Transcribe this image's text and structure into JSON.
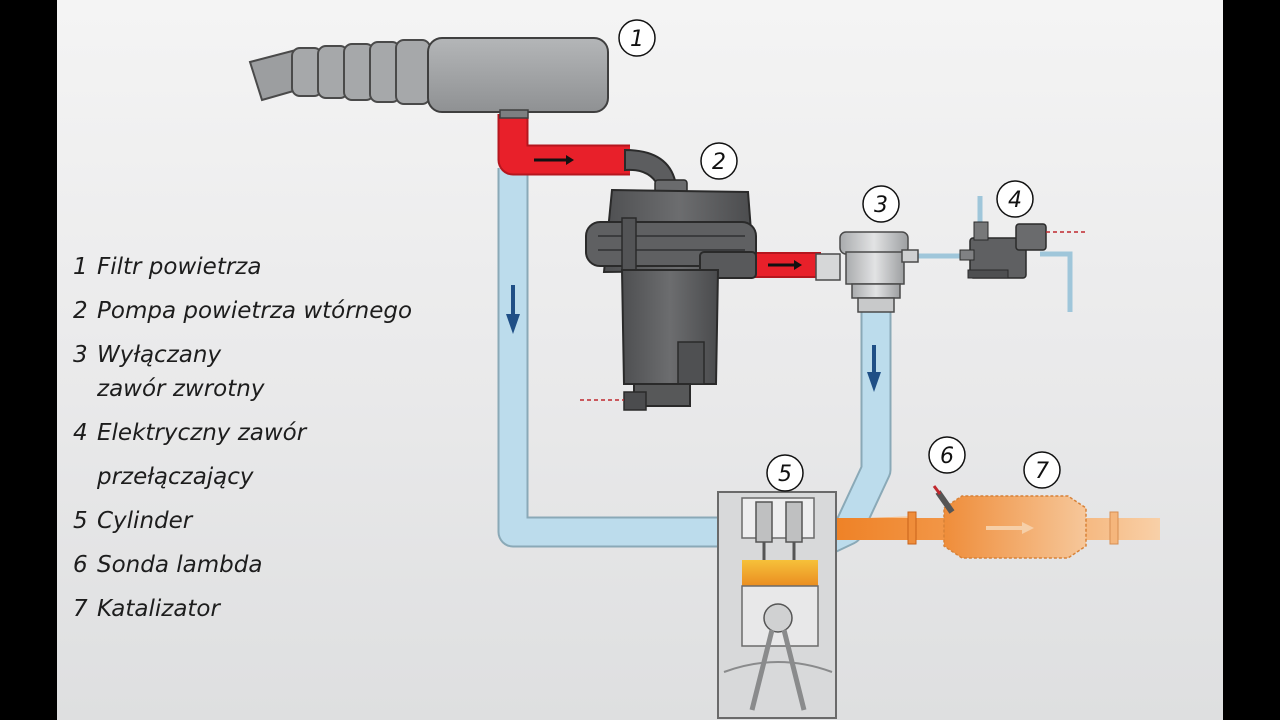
{
  "legend": {
    "items": [
      {
        "number": "1",
        "text": "Filtr powietrza"
      },
      {
        "number": "2",
        "text": "Pompa powietrza wtórnego"
      },
      {
        "number": "3",
        "text": "Wyłączany",
        "continuation": "zawór zwrotny"
      },
      {
        "number": "4",
        "text": "Elektryczny zawór",
        "continuation": "przełączający"
      },
      {
        "number": "5",
        "text": "Cylinder"
      },
      {
        "number": "6",
        "text": "Sonda lambda"
      },
      {
        "number": "7",
        "text": "Katalizator"
      }
    ]
  },
  "callouts": {
    "filter": "1",
    "pump": "2",
    "check_valve": "3",
    "switch_valve": "4",
    "cylinder": "5",
    "lambda": "6",
    "catalyst": "7"
  },
  "colors": {
    "background": "#ececed",
    "pressurized_air": "#e8202a",
    "intake_air": "#bcdcec",
    "exhaust": "#f08a2c",
    "arrow": "#1f4f86",
    "component_gray": "#a2a4a6",
    "pump_dark": "#5c5d5f"
  }
}
